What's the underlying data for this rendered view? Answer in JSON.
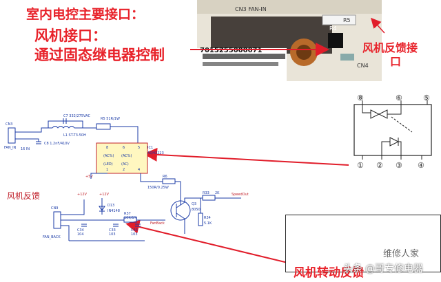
{
  "headings": {
    "line1": "室内电控主要接口：",
    "line2": "风机接口：",
    "line3": "通过固态继电器控制"
  },
  "callouts": {
    "fan_feedback_port_a": "风机反馈接",
    "fan_feedback_port_b": "口",
    "fan_speed_feedback": "风机转动反馈",
    "fan_feedback_label": "风机反馈"
  },
  "photo": {
    "cn3_label": "CN3 FAN-IN",
    "r5": "R5",
    "r4": "R4",
    "cn4": "CN4",
    "barcode": "7015255000071"
  },
  "relay": {
    "pins_top": [
      "⑧",
      "⑥",
      "⑤"
    ],
    "pins_bottom": [
      "①",
      "②",
      "③",
      "④"
    ]
  },
  "schematic": {
    "ch3": "CN3",
    "fan_in": "FAN_IN",
    "c7": "C7 332/275VAC",
    "l1": "L1 ST-T3-50H",
    "r5": "R5 51R/1W",
    "c8": "C8 1.2nF/410V",
    "ch_in": "16 IN",
    "ic1": "IC1",
    "ic1_part": "AQH2223",
    "ic_pins": [
      "8",
      "6",
      "5",
      "1",
      "2",
      "4"
    ],
    "ic_inner": [
      "(AC%)",
      "(AC%)",
      "(LED)",
      "(AC)"
    ],
    "v5": "+5V",
    "r6": "R6",
    "r6_val": "150R/0.25W",
    "plus12": "+12V",
    "d13": "D13",
    "d13_part": "IN4148",
    "r37": "R37",
    "r37_val": "16K/1%",
    "fan_back": "FanBack",
    "q3": "Q3",
    "q3_part": "8050",
    "r33": "R33",
    "r33_val": "2K",
    "r34": "R34",
    "r34_val": "5.1K",
    "speed_out": "SpeedOut",
    "cn9": "CN9",
    "cn9_name": "FAN_BACK",
    "c34": "C34",
    "c34_val": "104",
    "c33": "C33",
    "c33_val": "103",
    "c43": "C43",
    "c43_val": "103"
  },
  "watermark": {
    "left": "头条",
    "middle": "@哥专修电器",
    "top": "维修人家"
  },
  "colors": {
    "heading_red": "#e8222a",
    "arrow_red": "#e11d2a",
    "schematic_blue": "#1a3aa6",
    "schematic_red": "#c0202a",
    "ic_fill": "#fff7c0"
  }
}
